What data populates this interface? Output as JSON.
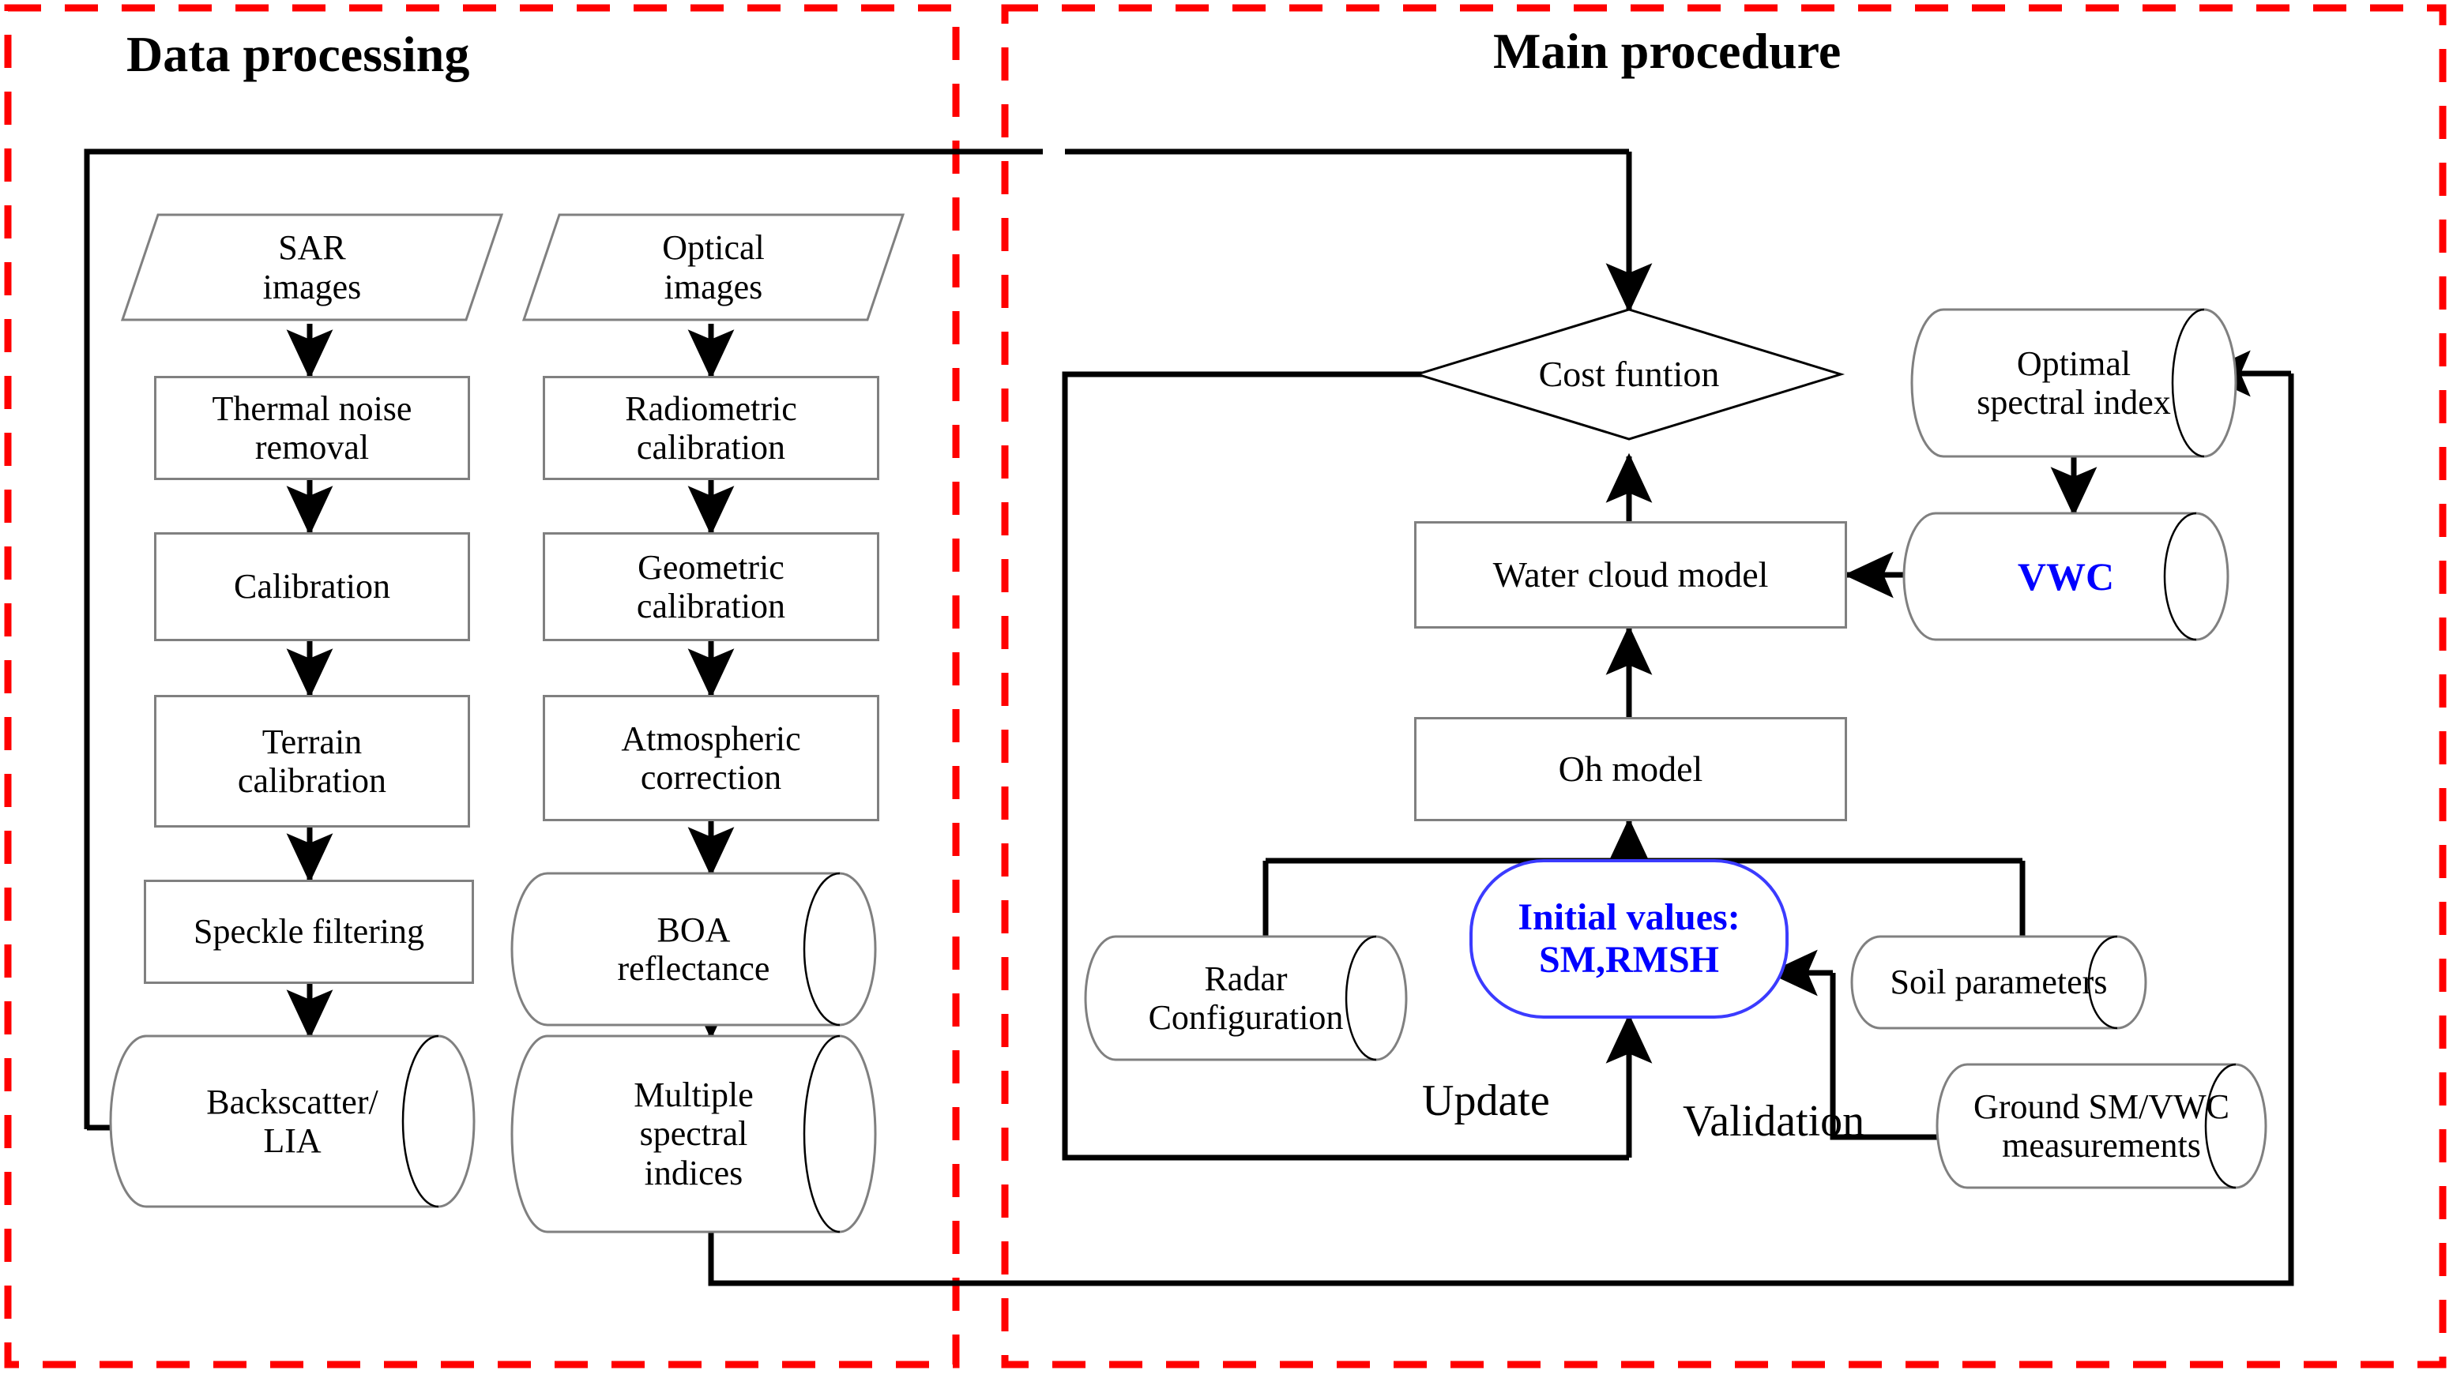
{
  "panels": {
    "left": {
      "title": "Data processing"
    },
    "right": {
      "title": "Main procedure"
    }
  },
  "colors": {
    "panel_border": "#ff0000",
    "group_border": "#000000",
    "node_border": "#808080",
    "connector": "#000000",
    "accent_blue": "#0000ff",
    "background": "#ffffff"
  },
  "sar_column": {
    "source": "SAR\nimages",
    "steps": [
      "Thermal noise\nremoval",
      "Calibration",
      "Terrain\ncalibration",
      "Speckle filtering"
    ],
    "output": "Backscatter/\nLIA"
  },
  "optical_column": {
    "source": "Optical\nimages",
    "steps": [
      "Radiometric\ncalibration",
      "Geometric\ncalibration",
      "Atmospheric\ncorrection"
    ],
    "outputs": [
      "BOA\nreflectance",
      "Multiple\nspectral\nindices"
    ]
  },
  "main_procedure": {
    "decision": "Cost funtion",
    "models": [
      "Water cloud model",
      "Oh model"
    ],
    "stores": [
      "Optimal\nspectral index",
      "VWC",
      "Radar\nConfiguration",
      "Soil parameters",
      "Ground SM/VWC\nmeasurements"
    ],
    "initial_values": "Initial values:\nSM,RMSH",
    "edge_labels": [
      "Update",
      "Validation"
    ]
  }
}
